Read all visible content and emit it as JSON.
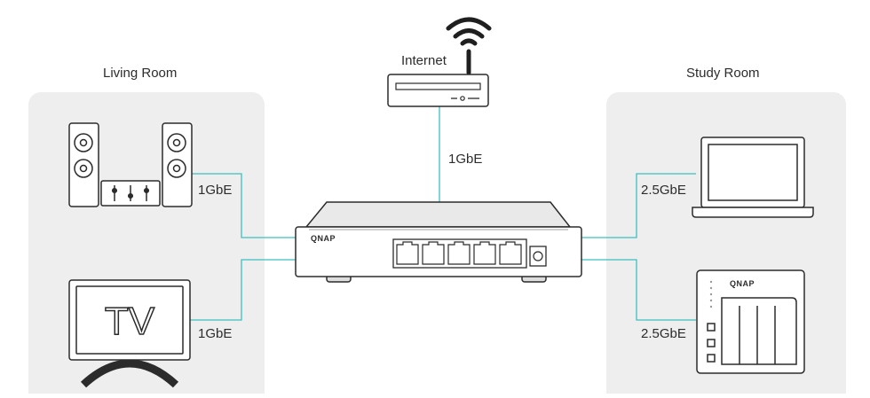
{
  "rooms": {
    "living": {
      "title": "Living Room"
    },
    "study": {
      "title": "Study Room"
    }
  },
  "internet": {
    "label": "Internet"
  },
  "links": {
    "router_switch": "1GbE",
    "speakers": "1GbE",
    "tv": "1GbE",
    "laptop": "2.5GbE",
    "nas": "2.5GbE"
  },
  "devices": {
    "tv_text": "TV",
    "switch_brand": "QNAP",
    "nas_brand": "QNAP"
  },
  "colors": {
    "panel": "#eeeeee",
    "line": "#3dbfbf",
    "stroke": "#2b2b2b"
  }
}
